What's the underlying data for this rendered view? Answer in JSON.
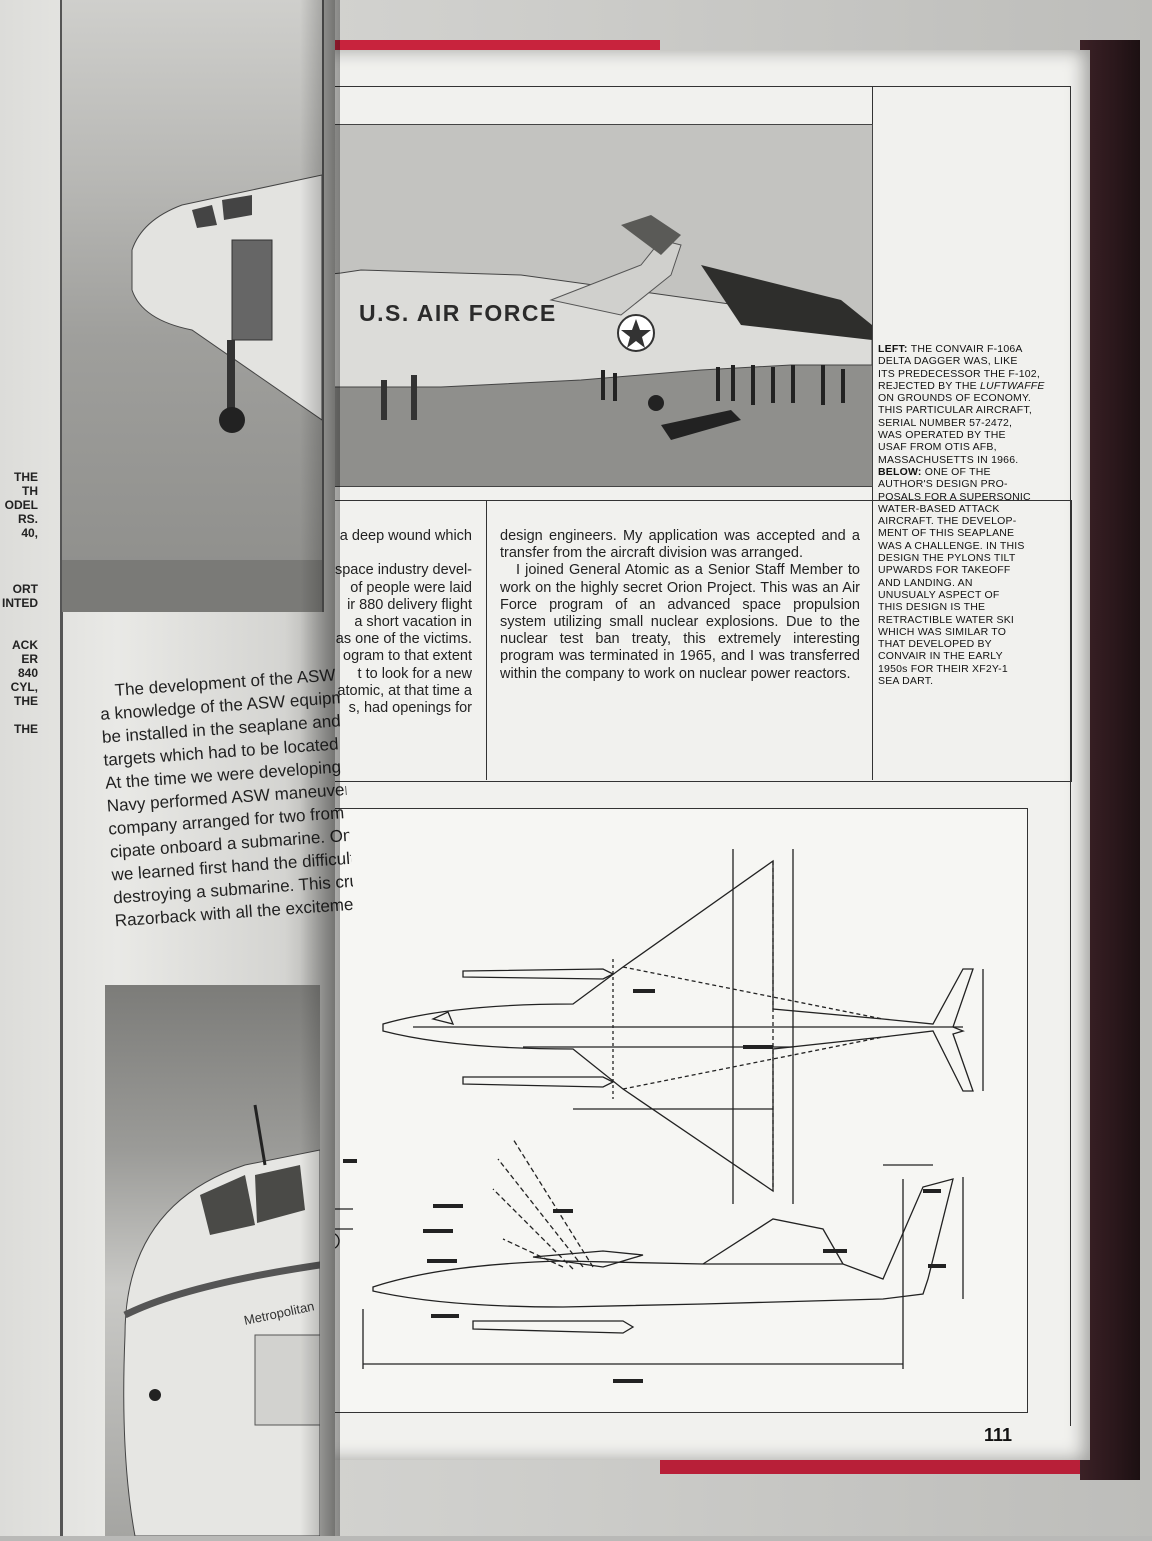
{
  "photo": {
    "fuselage_marking": "U.S. AIR FORCE"
  },
  "caption": {
    "lines": [
      {
        "text": "THE CONVAIR F-106A",
        "lead": "LEFT:"
      },
      {
        "text": "DELTA DAGGER WAS, LIKE"
      },
      {
        "text": "ITS PREDECESSOR THE F-102,"
      },
      {
        "text": "REJECTED BY THE ",
        "italic": "LUFTWAFFE"
      },
      {
        "text": "ON GROUNDS OF ECONOMY."
      },
      {
        "text": "THIS PARTICULAR AIRCRAFT,"
      },
      {
        "text": "SERIAL NUMBER 57-2472,"
      },
      {
        "text": "WAS OPERATED BY THE"
      },
      {
        "text": "USAF FROM OTIS AFB,"
      },
      {
        "text": "MASSACHUSETTS IN 1966."
      },
      {
        "text": "ONE OF THE",
        "lead": "BELOW:"
      },
      {
        "text": "AUTHOR'S DESIGN PRO-"
      },
      {
        "text": "POSALS FOR A SUPERSONIC"
      },
      {
        "text": "WATER-BASED ATTACK"
      },
      {
        "text": "AIRCRAFT. THE DEVELOP-"
      },
      {
        "text": "MENT OF THIS SEAPLANE"
      },
      {
        "text": "WAS A CHALLENGE. IN THIS"
      },
      {
        "text": "DESIGN THE PYLONS TILT"
      },
      {
        "text": "UPWARDS FOR TAKEOFF"
      },
      {
        "text": "AND LANDING. AN"
      },
      {
        "text": "UNUSUALY ASPECT OF"
      },
      {
        "text": "THIS DESIGN IS THE"
      },
      {
        "text": "RETRACTIBLE WATER SKI"
      },
      {
        "text": "WHICH WAS SIMILAR TO"
      },
      {
        "text": "THAT DEVELOPED BY"
      },
      {
        "text": "CONVAIR IN THE EARLY"
      },
      {
        "text": "1950s FOR THEIR XF2Y-1"
      },
      {
        "text": "SEA DART."
      }
    ]
  },
  "column_a": {
    "lines": [
      "a deep wound which",
      "",
      "space industry devel-",
      "of people were laid",
      "ir 880 delivery flight",
      "a short vacation in",
      "as one of the victims.",
      "ogram to that extent",
      "t to look for a new",
      "atomic, at that time a",
      "s, had openings for"
    ]
  },
  "column_b": {
    "paragraphs": [
      "design engineers. My application was accepted and a transfer from the aircraft division was arranged.",
      "I joined General Atomic as a Senior Staff Member to work on the highly secret Orion Project. This was an Air Force program of an advanced space propulsion system utilizing small nuclear explosions. Due to the nuclear test ban treaty, this extremely interesting program was terminated in 1965, and I was transferred within the company to work on nuclear power reactors."
    ]
  },
  "left_page": {
    "margin_notes": [
      "THE",
      "TH",
      "ODEL",
      "RS.",
      "40,",
      "",
      "",
      "",
      "ORT",
      "INTED",
      "",
      "",
      "ACK",
      "ER",
      "840",
      "CYL,",
      "THE",
      "",
      "THE"
    ],
    "asw_lines": [
      "The development of the ASW equipment",
      "a knowledge of the ASW equipment wh",
      "be installed in the seaplane and also t",
      "targets which had to be located and t",
      "At the time we were developing the",
      "Navy performed ASW maneuvers in the",
      "company arranged for two from my gro",
      "cipate onboard a submarine. On this",
      "we learned first hand the difficulties",
      "destroying a submarine. This cruise",
      "Razorback with all the excitements of"
    ],
    "airliner_marking": "Metropolitan"
  },
  "page_number": "111"
}
